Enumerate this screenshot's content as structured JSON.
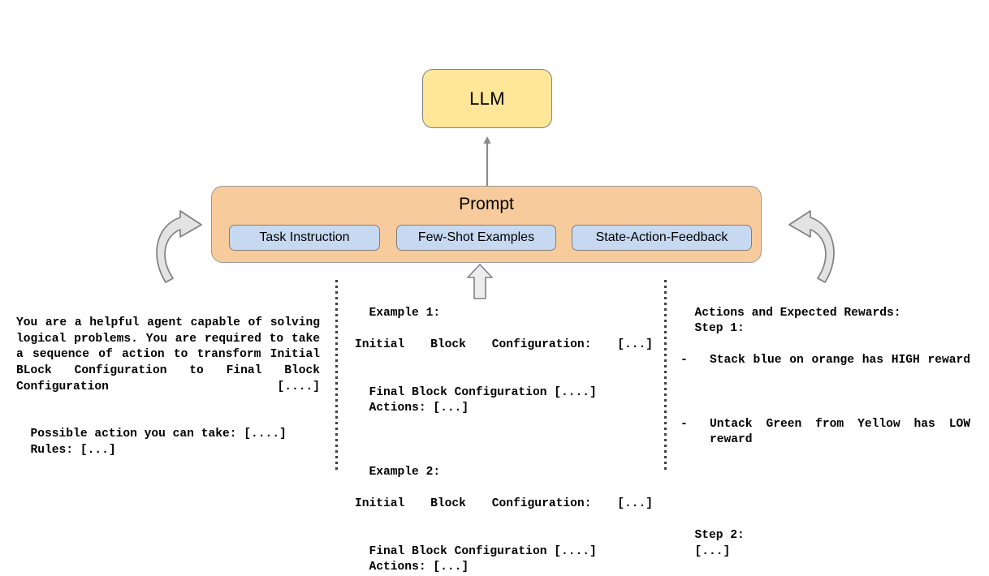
{
  "diagram": {
    "llm": {
      "label": "LLM",
      "fill": "#FFE699",
      "stroke": "#808080"
    },
    "prompt": {
      "title": "Prompt",
      "fill": "#F8CB9C",
      "stroke": "#9A9A9A",
      "chips": [
        {
          "label": "Task Instruction"
        },
        {
          "label": "Few-Shot Examples"
        },
        {
          "label": "State-Action-Feedback"
        }
      ],
      "chip_fill": "#C6D9F1",
      "chip_stroke": "#7F7F7F"
    },
    "arrows": {
      "prompt_to_llm": "thin-up-arrow",
      "examples_to_prompt": "block-up-arrow",
      "feedback_loop_left": "curved-arrow-clockwise",
      "feedback_loop_right": "curved-arrow-counterclockwise",
      "stroke": "#808080",
      "fill": "#EDEDED"
    }
  },
  "columns": {
    "task_instruction": {
      "paragraph": "You are a helpful agent capable of solving logical problems. You are required to take a sequence of action to transform Initial BLock Configuration to Final Block Configuration [....]",
      "line_possible_action": "Possible action you can take: [....]",
      "line_rules": "Rules: [...]"
    },
    "few_shot": {
      "example1_header": "Example 1:",
      "example1_initial": "Initial Block Configuration: [...]",
      "example1_final": "Final Block Configuration [....]",
      "example1_actions": "Actions: [...]",
      "example2_header": "Example 2:",
      "example2_initial": "Initial Block Configuration: [...]",
      "example2_final": "Final Block Configuration [....]",
      "example2_actions": "Actions: [...]"
    },
    "state_action_feedback": {
      "header": "Actions and Expected Rewards:",
      "step1_label": "Step 1:",
      "bullet_dash": "-",
      "step1_bullet1": "Stack blue on orange has HIGH reward",
      "step1_bullet2": "Untack Green from Yellow has LOW reward",
      "step2_label": "Step 2:",
      "step2_body": "[...]"
    }
  }
}
